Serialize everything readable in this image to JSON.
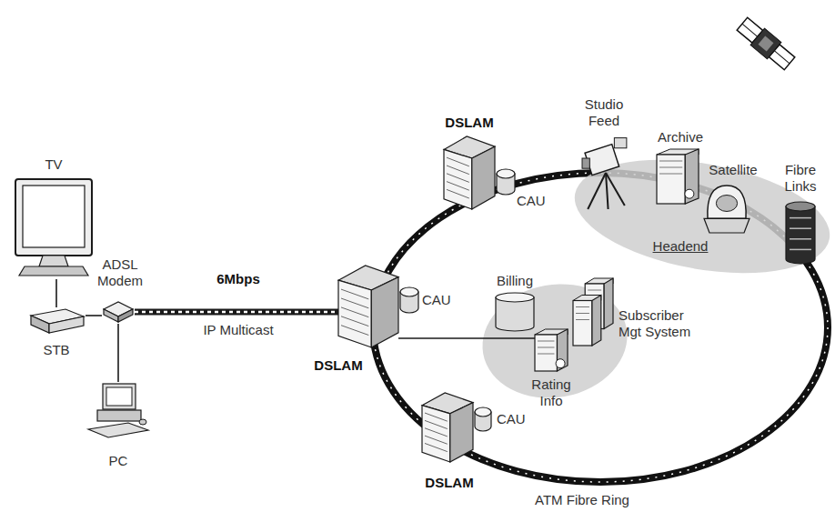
{
  "diagram": {
    "nodes": [
      {
        "text": [
          "TV"
        ]
      },
      {
        "text": [
          "STB"
        ]
      },
      {
        "text": [
          "ADSL Modem"
        ]
      },
      {
        "text": [
          "PC"
        ]
      },
      {
        "text": [
          "DSLAM"
        ]
      },
      {
        "text": [
          "CAU"
        ]
      },
      {
        "text": [
          "DSLAM"
        ]
      },
      {
        "text": [
          "CAU"
        ]
      },
      {
        "text": [
          "DSLAM"
        ]
      },
      {
        "text": [
          "CAU"
        ]
      },
      {
        "text": [
          "Headend"
        ]
      },
      {
        "text": [
          "Studio Feed"
        ],
        "in": 10
      },
      {
        "text": [
          "Archive"
        ],
        "in": 10
      },
      {
        "text": [
          "Satellite"
        ],
        "in": 10
      },
      {
        "text": [
          "Fibre Links"
        ],
        "in": 10
      },
      {
        "text": [
          "Billing"
        ]
      },
      {
        "text": [
          "Subscriber Mgt System"
        ]
      },
      {
        "text": [
          "Rating Info"
        ]
      }
    ],
    "edges": [
      {
        "from": 0,
        "to": 1,
        "arrow": "none"
      },
      {
        "from": 1,
        "to": 2,
        "arrow": "none"
      },
      {
        "from": 2,
        "to": 3,
        "arrow": "none"
      },
      {
        "from": 2,
        "to": 4,
        "arrow": "none"
      },
      {
        "from": 4,
        "to": 17,
        "arrow": "none"
      }
    ],
    "labels": [
      "6Mbps",
      "IP Multicast",
      "ATM Fibre Ring"
    ]
  }
}
